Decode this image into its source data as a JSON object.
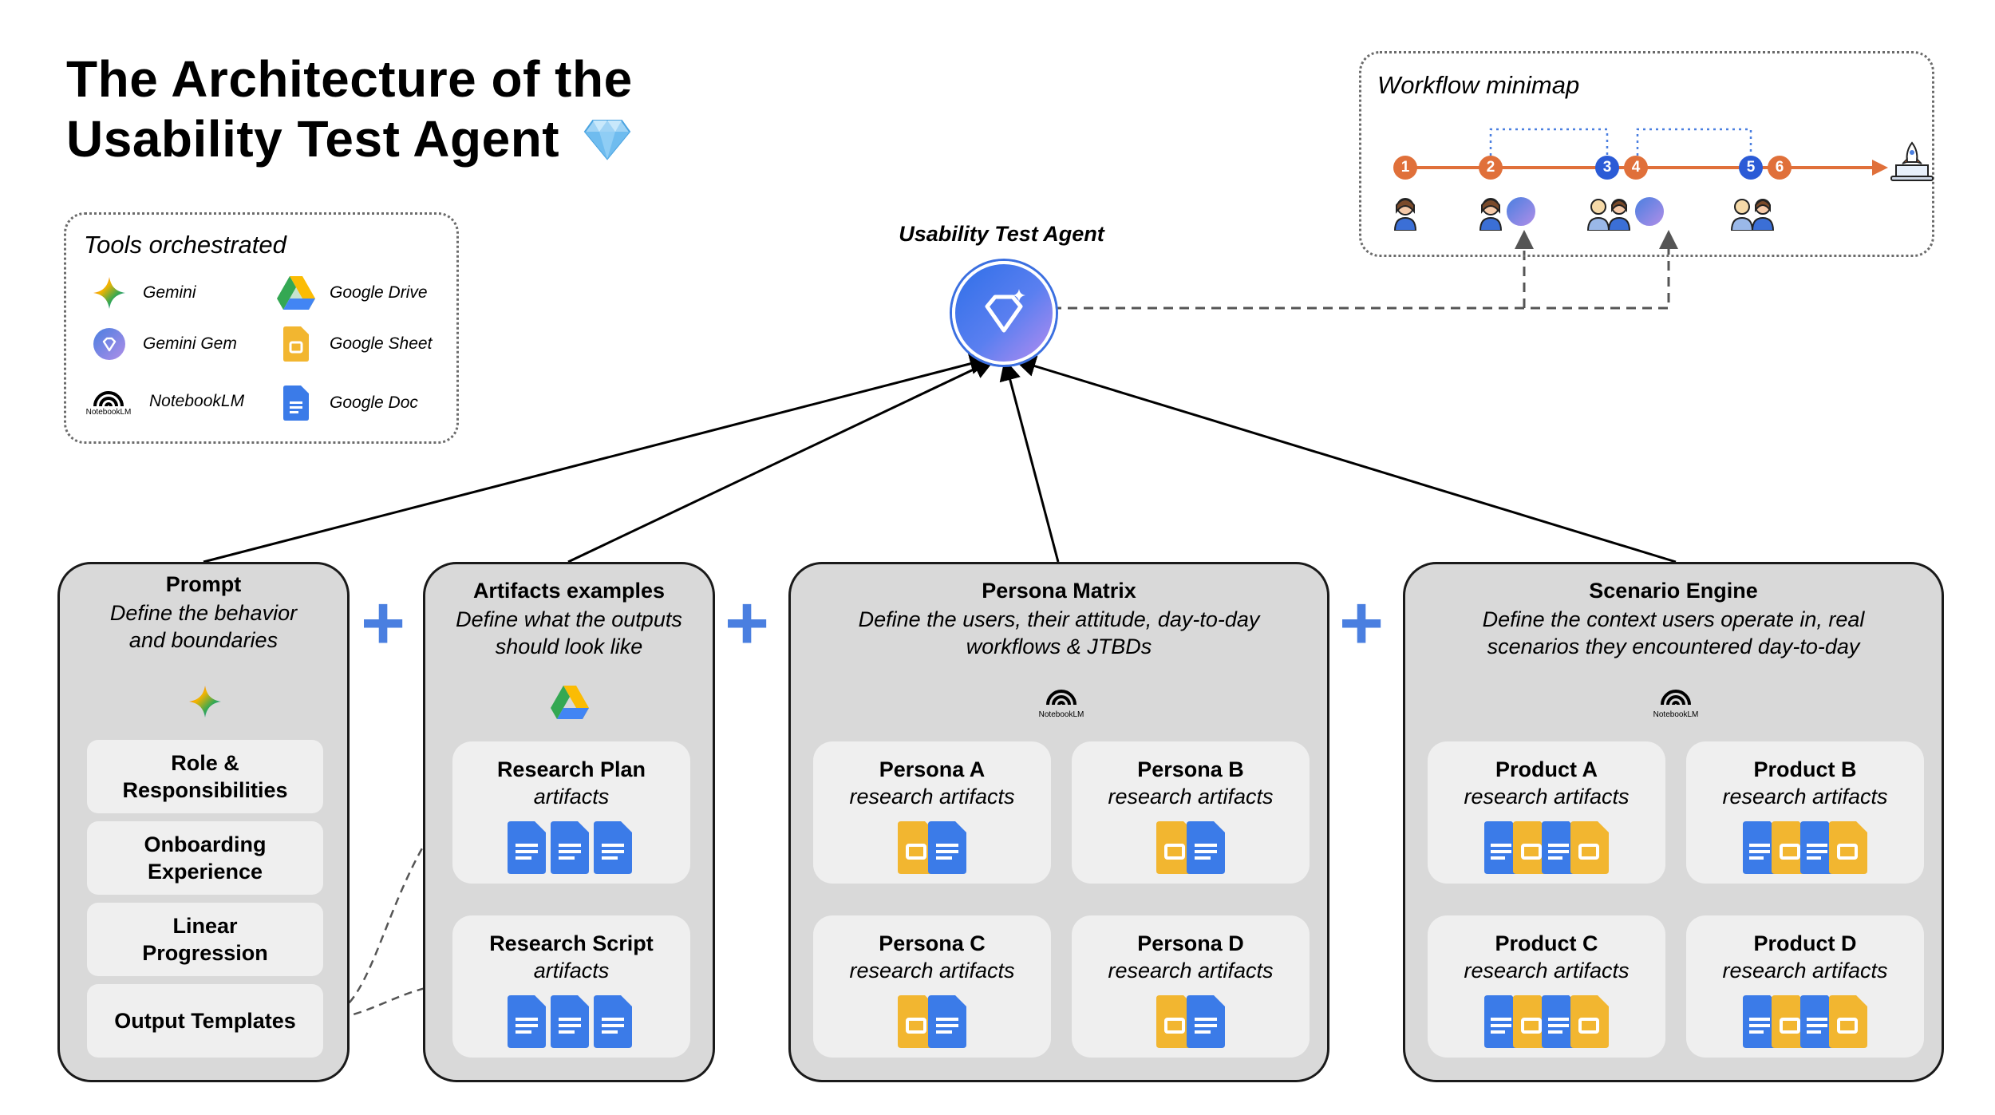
{
  "title": {
    "line1": "The Architecture of the",
    "line2": "Usability Test Agent"
  },
  "tools": {
    "heading": "Tools orchestrated",
    "items": [
      "Gemini",
      "Google Drive",
      "Gemini Gem",
      "Google Sheet",
      "NotebookLM",
      "Google Doc"
    ],
    "notebook_caption": "NotebookLM"
  },
  "minimap": {
    "heading": "Workflow minimap",
    "steps": [
      "1",
      "2",
      "3",
      "4",
      "5",
      "6"
    ]
  },
  "agent": {
    "label": "Usability Test Agent"
  },
  "columns": {
    "prompt": {
      "title": "Prompt",
      "subtitle1": "Define the behavior",
      "subtitle2": "and boundaries",
      "items": [
        {
          "line1": "Role &",
          "line2": "Responsibilities"
        },
        {
          "line1": "Onboarding",
          "line2": "Experience"
        },
        {
          "line1": "Linear",
          "line2": "Progression"
        },
        {
          "line1": "Output Templates",
          "line2": ""
        }
      ]
    },
    "artifacts": {
      "title": "Artifacts examples",
      "subtitle1": "Define what the outputs",
      "subtitle2": "should look like",
      "cards": [
        {
          "title": "Research Plan",
          "sub": "artifacts"
        },
        {
          "title": "Research Script",
          "sub": "artifacts"
        }
      ]
    },
    "persona": {
      "title": "Persona Matrix",
      "subtitle1": "Define the users, their attitude, day-to-day",
      "subtitle2": "workflows & JTBDs",
      "logo_caption": "NotebookLM",
      "cards": [
        {
          "title": "Persona A",
          "sub": "research artifacts"
        },
        {
          "title": "Persona B",
          "sub": "research artifacts"
        },
        {
          "title": "Persona C",
          "sub": "research artifacts"
        },
        {
          "title": "Persona D",
          "sub": "research artifacts"
        }
      ]
    },
    "scenario": {
      "title": "Scenario Engine",
      "subtitle1": "Define the context users operate in, real",
      "subtitle2": "scenarios they encountered day-to-day",
      "logo_caption": "NotebookLM",
      "cards": [
        {
          "title": "Product A",
          "sub": "research artifacts"
        },
        {
          "title": "Product B",
          "sub": "research artifacts"
        },
        {
          "title": "Product C",
          "sub": "research artifacts"
        },
        {
          "title": "Product D",
          "sub": "research artifacts"
        }
      ]
    }
  },
  "plus_sign": "+",
  "colors": {
    "accent_blue": "#4a7fe0",
    "doc_blue": "#3b7be8",
    "sheet_yellow": "#f2b630",
    "orange": "#e0703a",
    "box_gray": "#d9d9d9"
  }
}
